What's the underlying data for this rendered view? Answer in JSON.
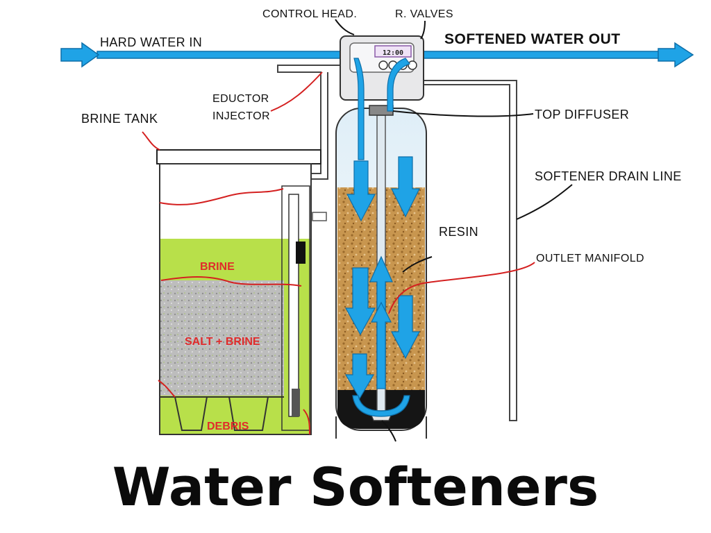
{
  "title": "Water Softeners",
  "labels": {
    "hard_water_in": "HARD WATER IN",
    "softened_water_out": "SOFTENED WATER OUT",
    "control_head": "CONTROL HEAD.",
    "r_valves": "R. VALVES",
    "eductor": "EDUCTOR",
    "injector": "INJECTOR",
    "brine_tank": "BRINE TANK",
    "top_diffuser": "TOP DIFFUSER",
    "softener_drain_line": "SOFTENER DRAIN LINE",
    "resin": "RESIN",
    "outlet_manifold": "OUTLET MANIFOLD",
    "brine": "BRINE",
    "salt_brine": "SALT + BRINE",
    "debris": "DEBRIS"
  },
  "display": {
    "clock": "12:00"
  },
  "colors": {
    "water_flow": "#1fa3e6",
    "brine_green": "#b8e04a",
    "salt_grey": "#bdbdbd",
    "resin_brown": "#c8964f",
    "leader_red": "#d42020",
    "label_red": "#e02b2b"
  }
}
